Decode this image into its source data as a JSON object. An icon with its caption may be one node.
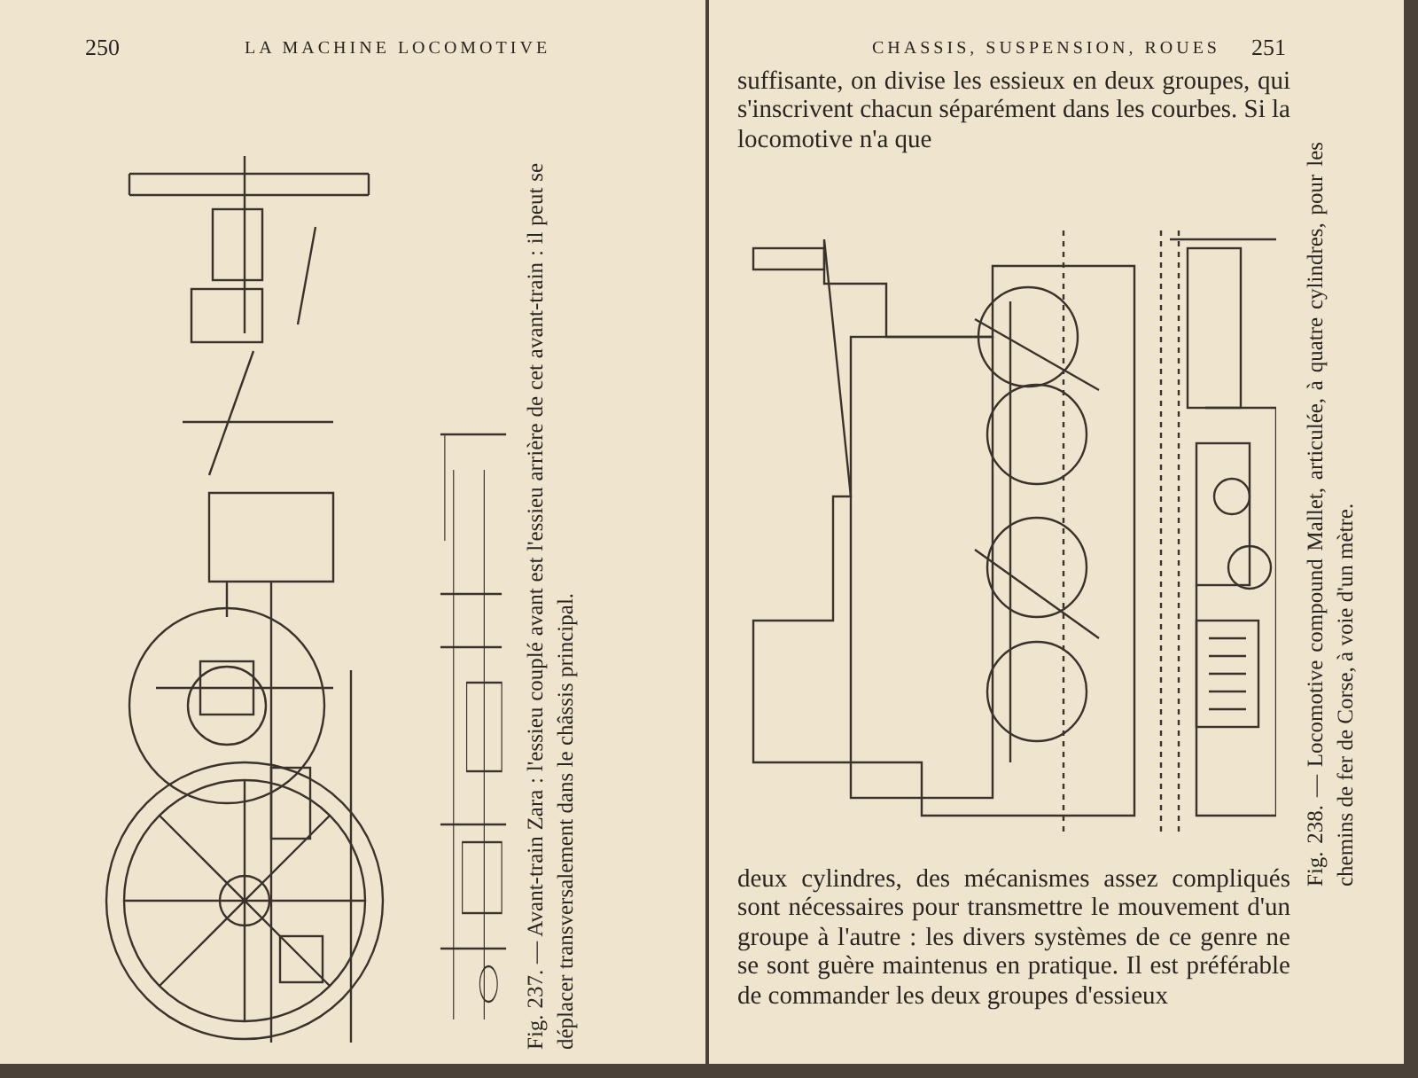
{
  "diagram": {
    "labels": [
      "250",
      "LA MACHINE LOCOMOTIVE",
      "CHASSIS, SUSPENSION, ROUES",
      "251",
      "suffisante, on divise les essieux en deux groupes, qui s'inscrivent chacun séparément dans les courbes. Si la locomotive n'a que",
      "Fig. 237. — Avant-train Zara : l'essieu couplé avant est l'essieu arrière de cet avant-train : il peut se déplacer transversalement dans le châssis principal.",
      "Fig. 238. — Locomotive compound Mallet, articulée, à quatre cylindres, pour les chemins de fer de Corse, à voie d'un mètre.",
      "deux cylindres, des mécanismes assez compliqués sont nécessaires pour transmettre le mouvement d'un groupe à l'autre : les divers systèmes de ce genre ne se sont guère maintenus en pratique. Il est préférable de commander les deux groupes d'essieux"
    ]
  }
}
